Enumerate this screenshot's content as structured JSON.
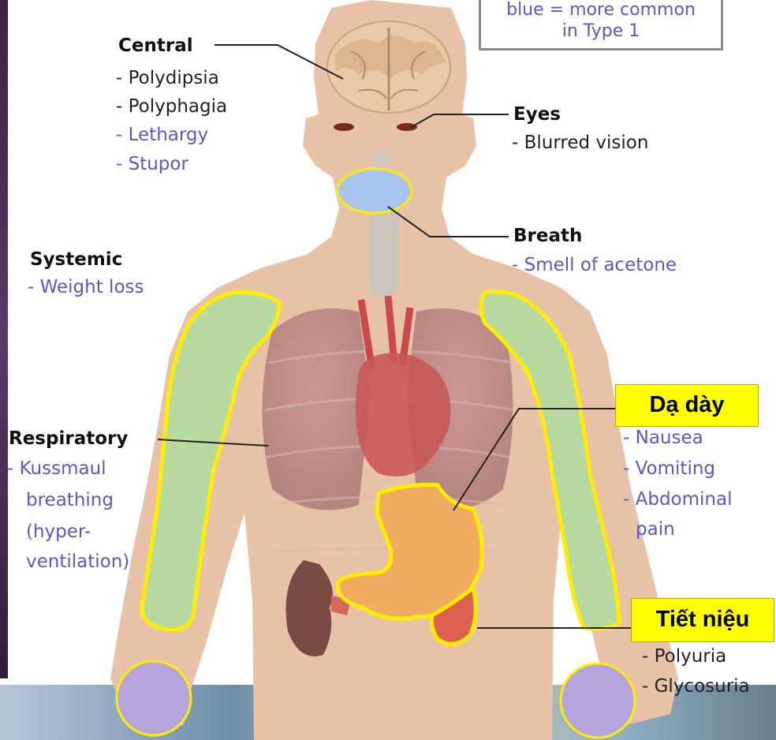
{
  "legend": {
    "line1": "blue = more common",
    "line2": "in Type 1"
  },
  "central": {
    "heading": "Central",
    "items": [
      "- Polydipsia",
      "- Polyphagia",
      "- Lethargy",
      "- Stupor"
    ]
  },
  "eyes": {
    "heading": "Eyes",
    "items": [
      "- Blurred vision"
    ]
  },
  "breath": {
    "heading": "Breath",
    "items": [
      "- Smell of acetone"
    ]
  },
  "systemic": {
    "heading": "Systemic",
    "items": [
      "- Weight loss"
    ]
  },
  "respiratory": {
    "heading": "Respiratory",
    "items": [
      "- Kussmaul",
      "breathing",
      "(hyper-",
      "ventilation)"
    ]
  },
  "stomach": {
    "tag": "Dạ dày",
    "items": [
      "- Nausea",
      "- Vomiting",
      "- Abdominal",
      "pain"
    ]
  },
  "urinary": {
    "tag": "Tiết niệu",
    "items": [
      "- Polyuria",
      "- Glycosuria"
    ]
  },
  "colors": {
    "skin": "#e8c3a7",
    "arm_highlight": "#b8d9a0",
    "highlight_outline": "#ffee00",
    "stomach": "#f2ac60",
    "bladder": "#e0604f",
    "hand_circle": "#b6a4dc",
    "mouth_ellipse": "#a9c4ee",
    "type1_text": "#5b57c9",
    "tag_background": "#ffff00"
  }
}
